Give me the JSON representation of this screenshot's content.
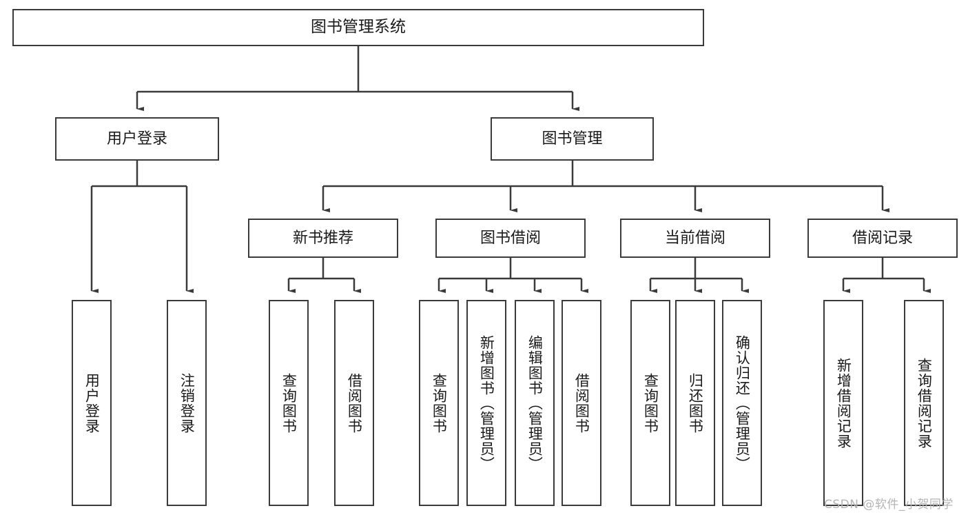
{
  "diagram": {
    "title": "图书管理系统",
    "type": "功能结构图",
    "watermark": "CSDN @软件_小贺同学",
    "line_color": "#3a3a3a",
    "box_fill": "#ffffff",
    "text_color": "#1a1a1a",
    "watermark_color": "#b4b4b4"
  },
  "nodes": {
    "root": {
      "label": "图书管理系统"
    },
    "level2": [
      {
        "id": "user-login",
        "label": "用户登录"
      },
      {
        "id": "book-manage",
        "label": "图书管理"
      }
    ],
    "level3": [
      {
        "id": "new-book-recommend",
        "label": "新书推荐"
      },
      {
        "id": "book-borrow",
        "label": "图书借阅"
      },
      {
        "id": "current-borrow",
        "label": "当前借阅"
      },
      {
        "id": "borrow-record",
        "label": "借阅记录"
      }
    ],
    "leaves": {
      "user-login": [
        {
          "id": "leaf-user-login",
          "label": "用户登录"
        },
        {
          "id": "leaf-logout-login",
          "label": "注销登录"
        }
      ],
      "new-book-recommend": [
        {
          "id": "leaf-query-book-1",
          "label": "查询图书"
        },
        {
          "id": "leaf-borrow-book-1",
          "label": "借阅图书"
        }
      ],
      "book-borrow": [
        {
          "id": "leaf-query-book-2",
          "label": "查询图书"
        },
        {
          "id": "leaf-add-book",
          "label": "新增图书（管理员）"
        },
        {
          "id": "leaf-edit-book",
          "label": "编辑图书（管理员）"
        },
        {
          "id": "leaf-borrow-book-2",
          "label": "借阅图书"
        }
      ],
      "current-borrow": [
        {
          "id": "leaf-query-book-3",
          "label": "查询图书"
        },
        {
          "id": "leaf-return-book",
          "label": "归还图书"
        },
        {
          "id": "leaf-confirm-return",
          "label": "确认归还（管理员）"
        }
      ],
      "borrow-record": [
        {
          "id": "leaf-add-record",
          "label": "新增借阅记录"
        },
        {
          "id": "leaf-query-record",
          "label": "查询借阅记录"
        }
      ]
    }
  }
}
